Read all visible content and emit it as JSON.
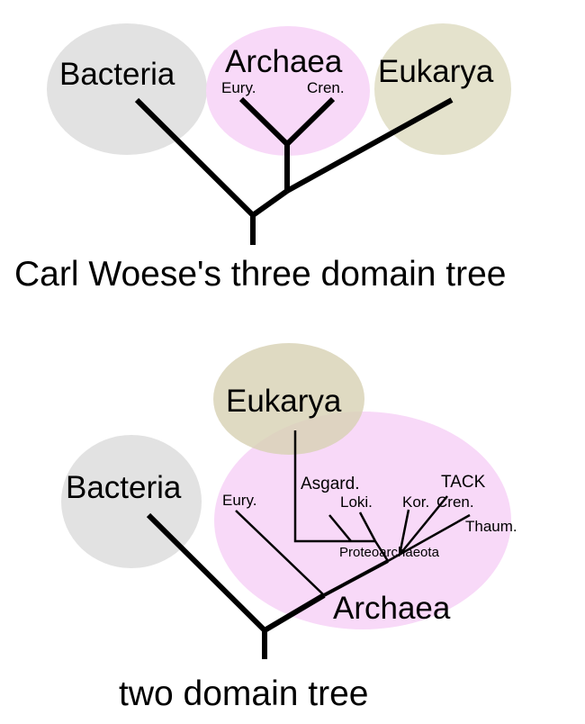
{
  "colors": {
    "bacteria_fill": "#e2e2e2",
    "archaea_fill": "#f8d9f8",
    "eukarya_fill": "#e4e2cc",
    "eukarya_fill_translucent": "#d8d2b4",
    "branch": "#000000",
    "background": "#ffffff"
  },
  "top_tree": {
    "caption": "Carl Woese's three domain tree",
    "bacteria": "Bacteria",
    "archaea": "Archaea",
    "eukarya": "Eukarya",
    "eury": "Eury.",
    "cren": "Cren."
  },
  "bottom_tree": {
    "caption": "two domain tree",
    "bacteria": "Bacteria",
    "eukarya": "Eukarya",
    "archaea": "Archaea",
    "eury": "Eury.",
    "asgard": "Asgard.",
    "loki": "Loki.",
    "tack": "TACK",
    "kor": "Kor.",
    "cren": "Cren.",
    "thaum": "Thaum.",
    "proteoarchaeota": "Proteoarchaeota"
  }
}
